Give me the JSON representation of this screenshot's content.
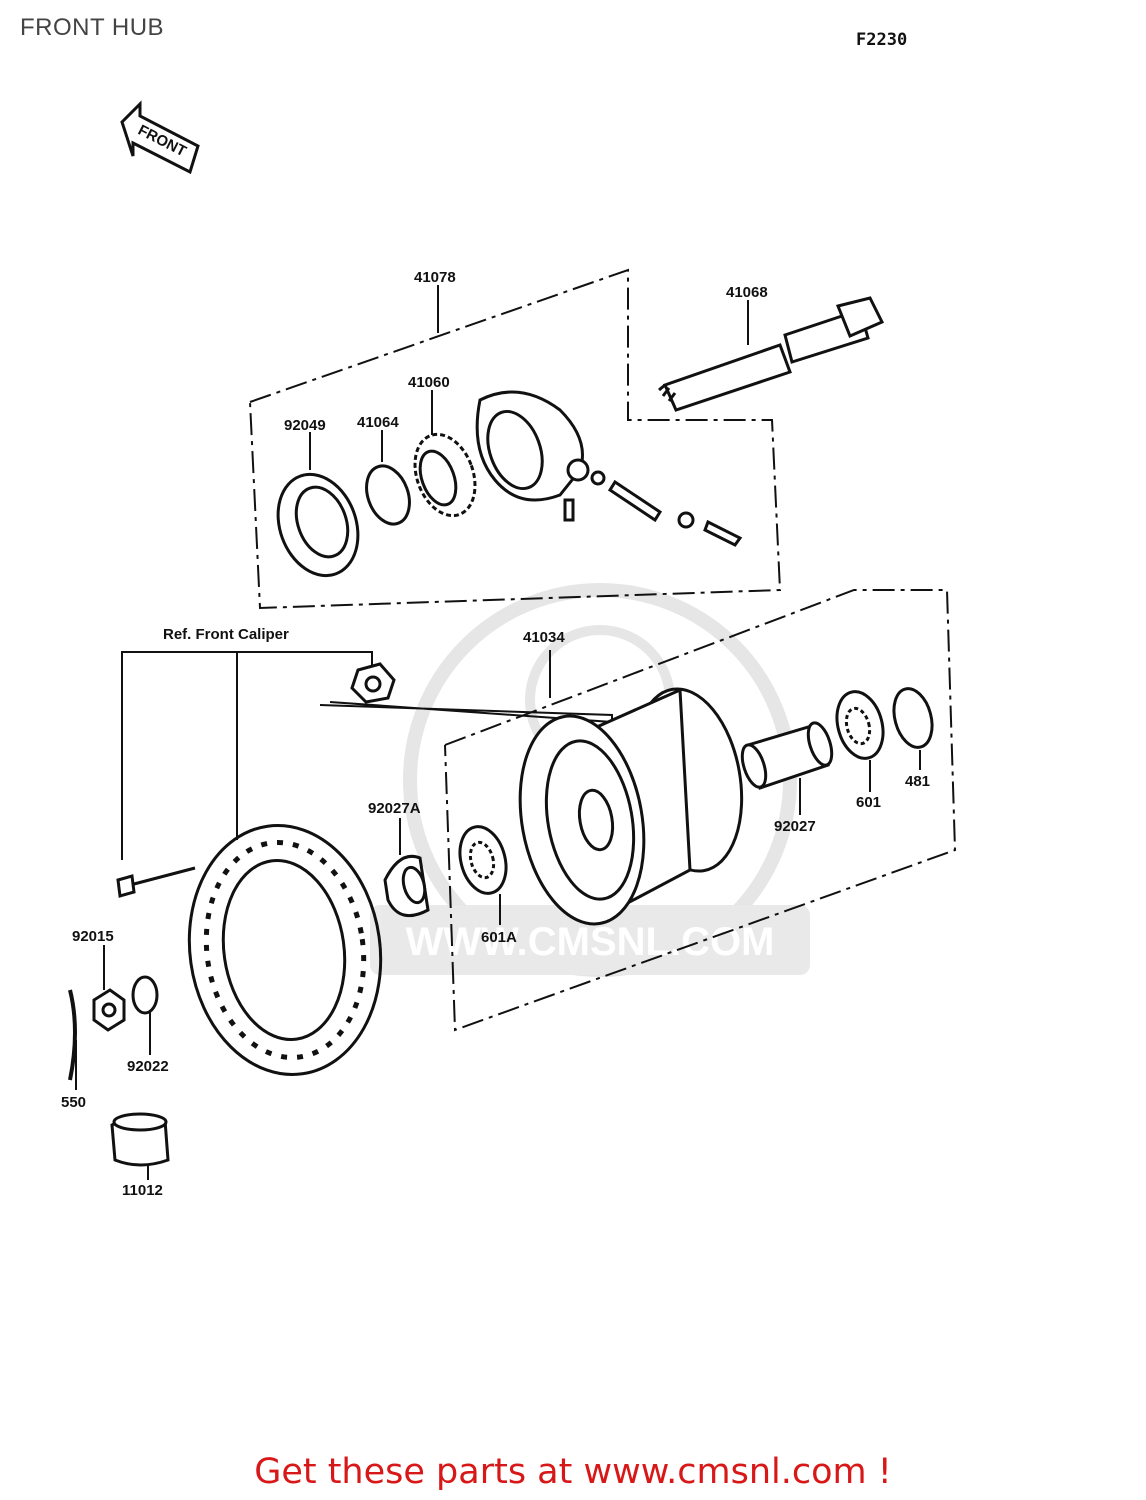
{
  "page": {
    "title": "FRONT HUB",
    "figure_code": "F2230",
    "direction_arrow_label": "FRONT"
  },
  "parts": {
    "p41078": "41078",
    "p41068": "41068",
    "p41060": "41060",
    "p92049": "92049",
    "p41064": "41064",
    "ref_caliper": "Ref. Front Caliper",
    "p41034": "41034",
    "p92027A": "92027A",
    "p92027": "92027",
    "p601": "601",
    "p481": "481",
    "p601A": "601A",
    "p92015": "92015",
    "p92022": "92022",
    "p550": "550",
    "p11012": "11012"
  },
  "watermark": "WWW.CMSNL.COM",
  "footer": "Get these parts at www.cmsnl.com !"
}
